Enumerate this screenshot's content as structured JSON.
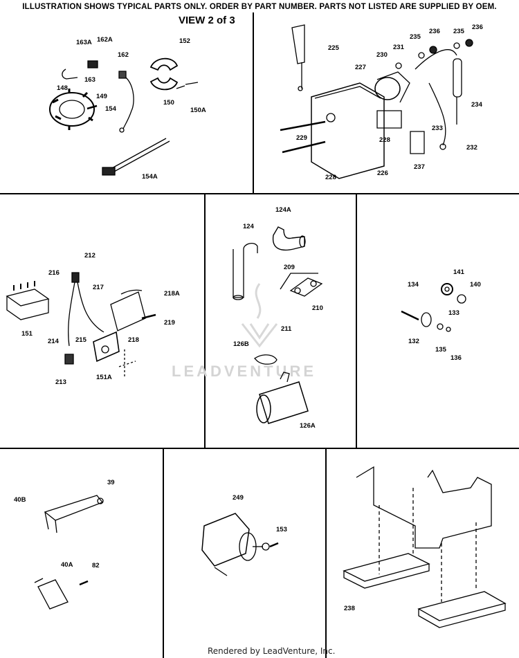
{
  "header": {
    "notice": "ILLUSTRATION SHOWS TYPICAL PARTS ONLY. ORDER BY PART NUMBER. PARTS NOT LISTED ARE SUPPLIED BY OEM.",
    "view": "VIEW 2 of 3"
  },
  "watermark": "LEADVENTURE",
  "footer": "Rendered by LeadVenture, Inc.",
  "labels": {
    "p163a": "163A",
    "p162a": "162A",
    "p162": "162",
    "p152": "152",
    "p163": "163",
    "p148": "148",
    "p149": "149",
    "p154": "154",
    "p150": "150",
    "p150a": "150A",
    "p154a": "154A",
    "p225": "225",
    "p235a": "235",
    "p236a": "236",
    "p235b": "235",
    "p236b": "236",
    "p231": "231",
    "p230": "230",
    "p227": "227",
    "p234": "234",
    "p233": "233",
    "p228a": "228",
    "p229": "229",
    "p232": "232",
    "p237": "237",
    "p228b": "228",
    "p226": "226",
    "p212": "212",
    "p216": "216",
    "p217": "217",
    "p218a": "218A",
    "p219": "219",
    "p151": "151",
    "p214": "214",
    "p215": "215",
    "p218": "218",
    "p151a": "151A",
    "p213": "213",
    "p124a": "124A",
    "p124": "124",
    "p209": "209",
    "p210": "210",
    "p211": "211",
    "p126b": "126B",
    "p126a": "126A",
    "p141": "141",
    "p134": "134",
    "p140": "140",
    "p133": "133",
    "p132": "132",
    "p135": "135",
    "p136": "136",
    "p39": "39",
    "p40b": "40B",
    "p40a": "40A",
    "p82": "82",
    "p249": "249",
    "p153": "153",
    "p238": "238"
  }
}
